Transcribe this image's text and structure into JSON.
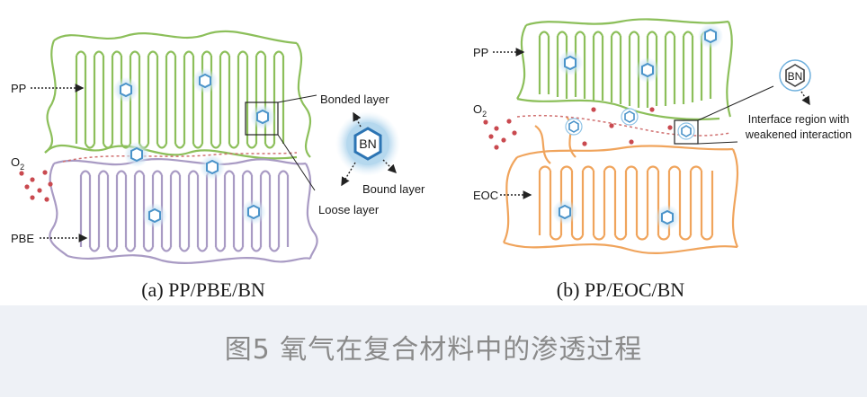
{
  "panel_a": {
    "pp_label": "PP",
    "pbe_label": "PBE",
    "o2_label": "O",
    "o2_sub": "2",
    "bn_label": "BN",
    "bonded_layer": "Bonded layer",
    "bound_layer": "Bound layer",
    "loose_layer": "Loose layer",
    "subtitle": "(a) PP/PBE/BN"
  },
  "panel_b": {
    "pp_label": "PP",
    "eoc_label": "EOC",
    "o2_label": "O",
    "o2_sub": "2",
    "bn_label": "BN",
    "interface_line1": "Interface region with",
    "interface_line2": "weakened interaction",
    "subtitle": "(b) PP/EOC/BN"
  },
  "caption": "图5 氧气在复合材料中的渗透过程",
  "colors": {
    "pp_green": "#8cbf5a",
    "pbe_purple": "#a99bc4",
    "eoc_orange": "#f0a45c",
    "o2_dot": "#c9494f",
    "bn_glow": "#6fb0dd"
  }
}
